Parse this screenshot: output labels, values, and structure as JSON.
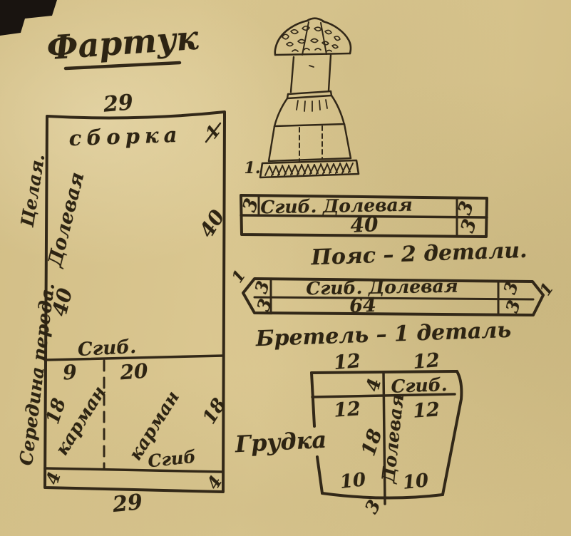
{
  "sheet": {
    "title": "Фартук"
  },
  "figure": {
    "number": "1."
  },
  "panel": {
    "top_width": "29",
    "gather": "сборка",
    "notch": "1",
    "left_whole": "Целая.",
    "left_center_front": "Середина переда.",
    "grain": "Долевая",
    "height_inner": "40",
    "height_right": "40",
    "fold_top": "Сгиб.",
    "pocket_w1": "9",
    "pocket_w2": "20",
    "pocket_d_left": "18",
    "pocket_d_right": "18",
    "pocket_label_left": "карман",
    "pocket_label_right": "карман",
    "fold_bottom": "Сгиб",
    "hem_left": "4",
    "hem_right": "4",
    "bottom_width": "29"
  },
  "belt": {
    "end_top_left": "3",
    "fold_grain": "Сгиб. Долевая",
    "end_top_right": "3",
    "length": "40",
    "end_bottom_right": "3",
    "caption": "Пояс – 2 детали."
  },
  "strap": {
    "tip_left": "1",
    "tip_right": "1",
    "end_top_left": "3",
    "end_bottom_left": "3",
    "fold_grain": "Сгиб. Долевая",
    "length": "64",
    "end_top_right": "3",
    "end_bottom_right": "3",
    "caption": "Бретель – 1 деталь"
  },
  "bib": {
    "caption": "Грудка",
    "top_left": "12",
    "top_right": "12",
    "band": "4",
    "fold": "Сгиб.",
    "mid_left": "12",
    "mid_right": "12",
    "height": "18",
    "grain": "Долевая",
    "bottom_left": "10",
    "bottom_right": "10",
    "seam": "3"
  }
}
